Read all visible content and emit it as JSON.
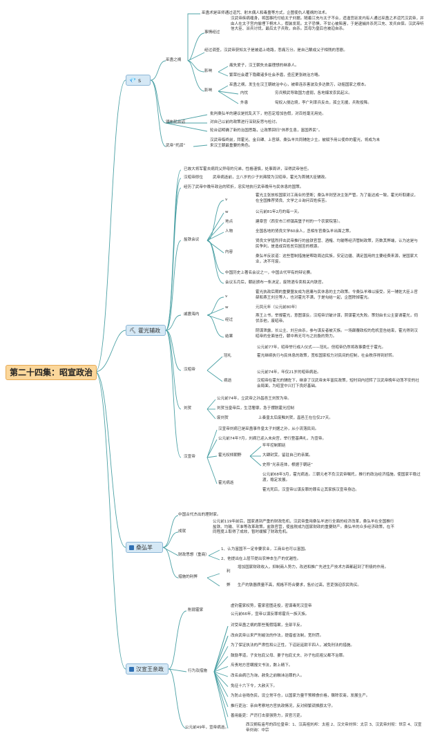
{
  "root": "第二十四集：昭宣政治",
  "colors": {
    "branch_a": "#4aa0a4",
    "branch_b": "#3a6e9a",
    "root_fill": "#fbd79b",
    "topic_fill": "#d5e8f5"
  },
  "b1": {
    "topic": "s",
    "icon": "gem-icon",
    "n1": "巫蛊之祸",
    "n1_intro": "巫蛊术是巫师通过诅咒、射木偶人和毒蛊等方式，企图使仇人罹祸的法术。",
    "n1_cause_label": "事情经过",
    "n1_cause": "汉武帝疾病缠身，将国事托付给太子刘据。随着江充与太子不合，适逢宫廷发内有人通过巫蛊之术诅咒汉武帝，并由人在太子宫内偷埋下桐木人，假装发现。太子恐惧，不甘心被陷害，于是逮捕并杀死江充、发兵自保。汉武帝听信大臣、派兵讨伐，最后太子兵败，自杀。其母为皇后也被迫自杀。",
    "n1_after": "经过调查，汉武帝获知太子是被逼上绝路，悲痛万分。是自己酿成父子相残的悲剧。",
    "n1_effect_label": "影响",
    "n1_e1": "痛失爱子，汉王朝失去最理想的继承人。",
    "n1_e2": "繁荣社会遭下隐藏诸多社会矛盾，亟应更张统治方略。",
    "n1_e3": "巫蛊之祸，发生在汉王朝统治中心，被牵连杀害波及多达数万，动摇国家之根本。",
    "n1_e4_label": "内忧",
    "n1_e4": "穷兵黩武导致国力虚弱，各地爆发农民起义。",
    "n1_e5_label": "外患",
    "n1_e5": "匈奴入侵边境，李广利率兵反击，孤立无援，兵败投降。",
    "n2": "颁布轮台诏",
    "n2_a": "批判桑弘羊的建议是扰乱天下，他否定增加告假，对百姓毫无用处。",
    "n2_b": "对自己以前的政策进行深刻反思与检讨。",
    "n2_c": "轮台诏明确了新的治国思路，让政策回归“休养生息，富国养民”。",
    "n3": "武帝“托孤”",
    "n3_a": "汉武帝临终前，拜霍光、金日磾、上官桀、桑弘羊共同辅佐少主。被赋予用公使命的霍光，将成为未来汉王朝最重要的角色。"
  },
  "b2": {
    "topic": "霍光辅政",
    "icon": "pickaxe-icon",
    "i1": "已故大将军霍去病同父异母的兄弟，性格谨慎，处事周详，深得武帝信任。",
    "i2_label": "汉昭帝即位",
    "i2": "武帝病逝前，立八岁的少子刘弗陵为汉昭帝，霍光为首辅大臣辅政。",
    "i3": "经历了武帝中晚年政治的转折，忠实地执行武帝晚年与民休息的国策。",
    "salt": {
      "label": "盐铁会议",
      "v_label": "v",
      "v": "霍光主张放松国家对工商业的垄断；桑弘羊则坚决主张严管。为了能达成一致，霍光听取建议，在全国推荐贤良、文学之士询问百姓疾苦。",
      "w_label": "w",
      "w": "公元前81年2月的每一天。",
      "place_label": "地点",
      "place": "建章宫（西安市三桥镇高堡子村的一个农家院落）。",
      "people_label": "人物",
      "people": "全国各地的贤良文学60余人，丞相车官桑弘羊出面之策。",
      "content_label": "内容",
      "content_a": "贤良文学猛烈抨击武帝推行的盐铁官营、酒榷、均输等经济管制政策，历数其弊端，认为这是与民争利，是造成百姓贫穷困苦的根源。",
      "content_b": "桑弘羊反驳道：这些管制措施是帮助周边民族，安定边疆、满足国用的主要经费来源，是国家大业，决不可废。",
      "hist": "中国历史上著名会议之一，中国古代罕有的辩论赛。",
      "result": "会议五月后，朝廷颁布一条决定，废除酒专卖和关内铁官。"
    },
    "coup": {
      "label": "戚震海内",
      "v_label": "v",
      "v": "霍光执政后期的重要盟友成为居庸与民休息的主力政策。令桑弘羊难以接受。另一辅佐大臣上官桀和燕王刘旦等人，也对霍光不满，于是勾结一起，企图除掉霍光。",
      "w_label": "w",
      "w": "元凤元年（公元前80年）",
      "proc_label": "经过",
      "proc": "燕王上书，举报霍光，意图谋反。汉昭帝识破计谋，阴谋霍光失败。策划由长公主宴请霍光，伺伏杀他，废昭帝。",
      "res_label": "结果",
      "res": "阴谋泄露，长公主、刘旦自杀，参与谋反者被灭族。一场颠覆政权的危机宣告结束，霍光得到汉昭帝的全面信任，朝中再无可与之抗衡的势力。"
    },
    "zhao": {
      "label": "汉昭帝",
      "a_label": "冠礼",
      "a1": "公元前77年，昭帝举行成人仪式——冠礼。但昭帝仍然将政事委任于霍光。",
      "a2": "霍光继续执行与民休息的政策，宽松国家权力对民间的控制，社会秩序得到好转。",
      "b_label": "病逝",
      "b1": "公元前74年，年仅21岁的昭帝病逝。",
      "b2": "汉昭帝在霍光的辅佐下，继承了汉武帝末年富民政策，短时间内扭转了汉武帝晚年动荡不安的社会局面，为昭宣中兴打下良好基础。"
    },
    "he": {
      "label": "刘贺",
      "a": "公元前74年，立武帝之孙昌邑王刘贺为帝。",
      "b": "刘贺当皇帝后，生活奢靡，急于摆脱霍光控制",
      "c_label": "废刘贺",
      "c": "上奏皇太后废黜刘贺，昌邑王在位仅27天。"
    },
    "xuan": {
      "label": "汉宣帝",
      "a": "汉宣帝刘病已是巫蛊事件皇太子刘据之孙，从小流落民间。",
      "b": "公元前74年7月，刘病已迎入未央宫，举行登基典礼，为宣帝。",
      "c_label": "霍光权倾朝野",
      "c1": "牢牢控制朝廷",
      "c2": "大肆封赏，留驻自己的亲属。",
      "c3": "史称“光亲连体，根据于朝廷”",
      "d_label": "霍光病逝",
      "d1": "公元前68年3月，霍光病逝。三朝元老不负汉武帝嘱托，推行的政治经济措施，使国家平稳过渡，稳定发展。",
      "d2": "霍光死后，汉宣帝以谋反罪的罪名让其家族汉宣帝身边。"
    }
  },
  "b3": {
    "topic": "桑弘羊",
    "icon": "book-icon",
    "a": "中国古代杰出的理财家。",
    "b_label": "成就",
    "b": "公元前119年前后，国家遇到严重的财政危机，汉武帝重用桑弘羊进行全面的经济改革，桑弘羊在全国推行盐铁、均输、平准等改革政策。盐铁官营，使盐税成为国家财政的重要财产。桑弘羊的众多经济政策，在不同程度上取得了成效，暂时缓解了财政危机。",
    "c_label": "财政思想（重商）",
    "c1": "1、认为富国不一定非要农业，工商业也可以富国。",
    "c2": "2、他提出在上层节提出农神本生产的优越性。",
    "d_label": "措施的利弊",
    "d_li_label": "利",
    "d_li": "增加国家财政收入，抑制商人势力，改进和推广先进生产技术方面都起到了积极的作用。",
    "d_bi_label": "弊",
    "d_bi": "生产的铁器质量不高，规格不符合要求，售价过高，官吏强迫农民购买。"
  },
  "b4": {
    "topic": "汉宣王亲政",
    "icon": "book-icon",
    "a_label": "削弱霍家",
    "a1": "虚钓霍家权势，霍家密图走投，密谋毒死汉宣帝",
    "a2": "公元前66年，宣帝以谋反罪将霍氏一族灭族。",
    "b_label": "行为及措施",
    "b": [
      "对受巫蛊之祸的那些冤假错案，全部平反。",
      "改自武帝以来严刑峻法的作法，提倡省法制，宽刑罚。",
      "为了保证执法的严肃性和公正性，下诏廷延尉平四人，减免刑法的措施。",
      "鼓励孝道，子女包庇父母、妻子包庇丈夫、孙子包庇祖父都不治罪。",
      "斥责地方官瞒报文书法，数上精下。",
      "改名由病已为询，赦免之前触讳治罪的人。",
      "免征十六下令，大赦天下。",
      "为防止谷贱伤民，设立常平仓，以国家力量干预粮食价格，赈除农商，发展生产。",
      "推行吏治：亲自考察地方官执政情况，反对频繁调换郡太守。",
      "善用能吏：严厉打击豪强势力，资官污吏。"
    ],
    "c_label": "公元前49年，宣帝病逝。",
    "c": "西汉拥有庙号的四位皇帝：1、汉高祖刘邦：太祖 2、汉文帝刘恒：太宗 3、汉武帝刘彻：世宗 4、汉宣帝刘询：中宗"
  }
}
